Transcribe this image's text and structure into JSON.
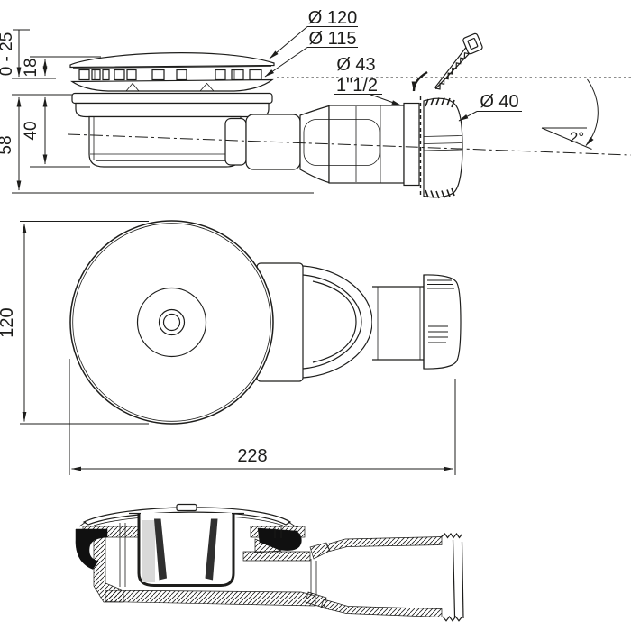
{
  "drawing": {
    "type": "technical-drawing",
    "subject": "shower-drain-trap",
    "line_color": "#1d1d1b",
    "background": "#ffffff",
    "side_view": {
      "dim_depth_range": "0 - 25",
      "dim_grate_height": "18",
      "dim_body_height": "40",
      "dim_total_height": "58",
      "label_cap_diameter": "Ø 120",
      "label_flange_diameter": "Ø 115",
      "label_outlet_diameter": "Ø 43",
      "label_outlet_thread": "1\"1/2",
      "label_nut_diameter": "Ø 40",
      "label_slope_angle": "2°",
      "icons": [
        "saw-icon",
        "cut-here-arrow-icon"
      ]
    },
    "top_view": {
      "dim_cap_diameter": "120",
      "dim_overall_length": "228"
    }
  }
}
